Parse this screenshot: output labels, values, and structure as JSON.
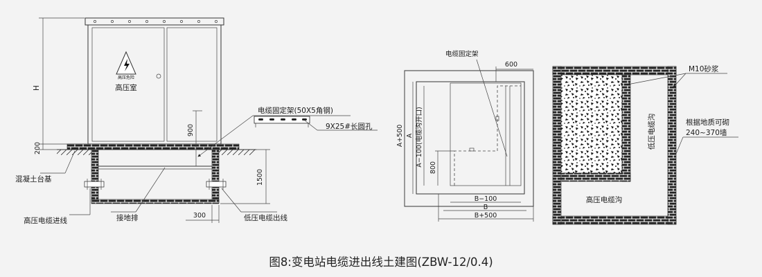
{
  "caption": "图8:变电站电缆进出线土建图(ZBW-12/0.4)",
  "left_view": {
    "dim_h": "H",
    "dim_200": "200",
    "dim_900": "900",
    "dim_1500": "1500",
    "dim_300": "300",
    "sign_warning": "高压危险",
    "room_label": "高压室",
    "cable_bracket": "电缆固定架(50X5角钢)",
    "slot_hole": "9X25#长圆孔",
    "concrete_base": "混凝土台基",
    "hv_cable_in": "高压电缆进线",
    "ground_bar": "接地排",
    "lv_cable_out": "低压电缆出线"
  },
  "plan_view": {
    "cable_bracket": "电缆固定架",
    "dim_600": "600",
    "dim_a500": "A+500",
    "dim_a": "A",
    "dim_a100": "A−100(电缆沟开口)",
    "dim_800": "800",
    "dim_b100": "B−100",
    "dim_b": "B",
    "dim_b500": "B+500"
  },
  "trench_view": {
    "mortar": "M10砂浆",
    "per_geology": "根据地质可砌",
    "wall_range": "240~370墙",
    "lv_trench": "低压电缆沟",
    "hv_trench": "高压电缆沟"
  }
}
